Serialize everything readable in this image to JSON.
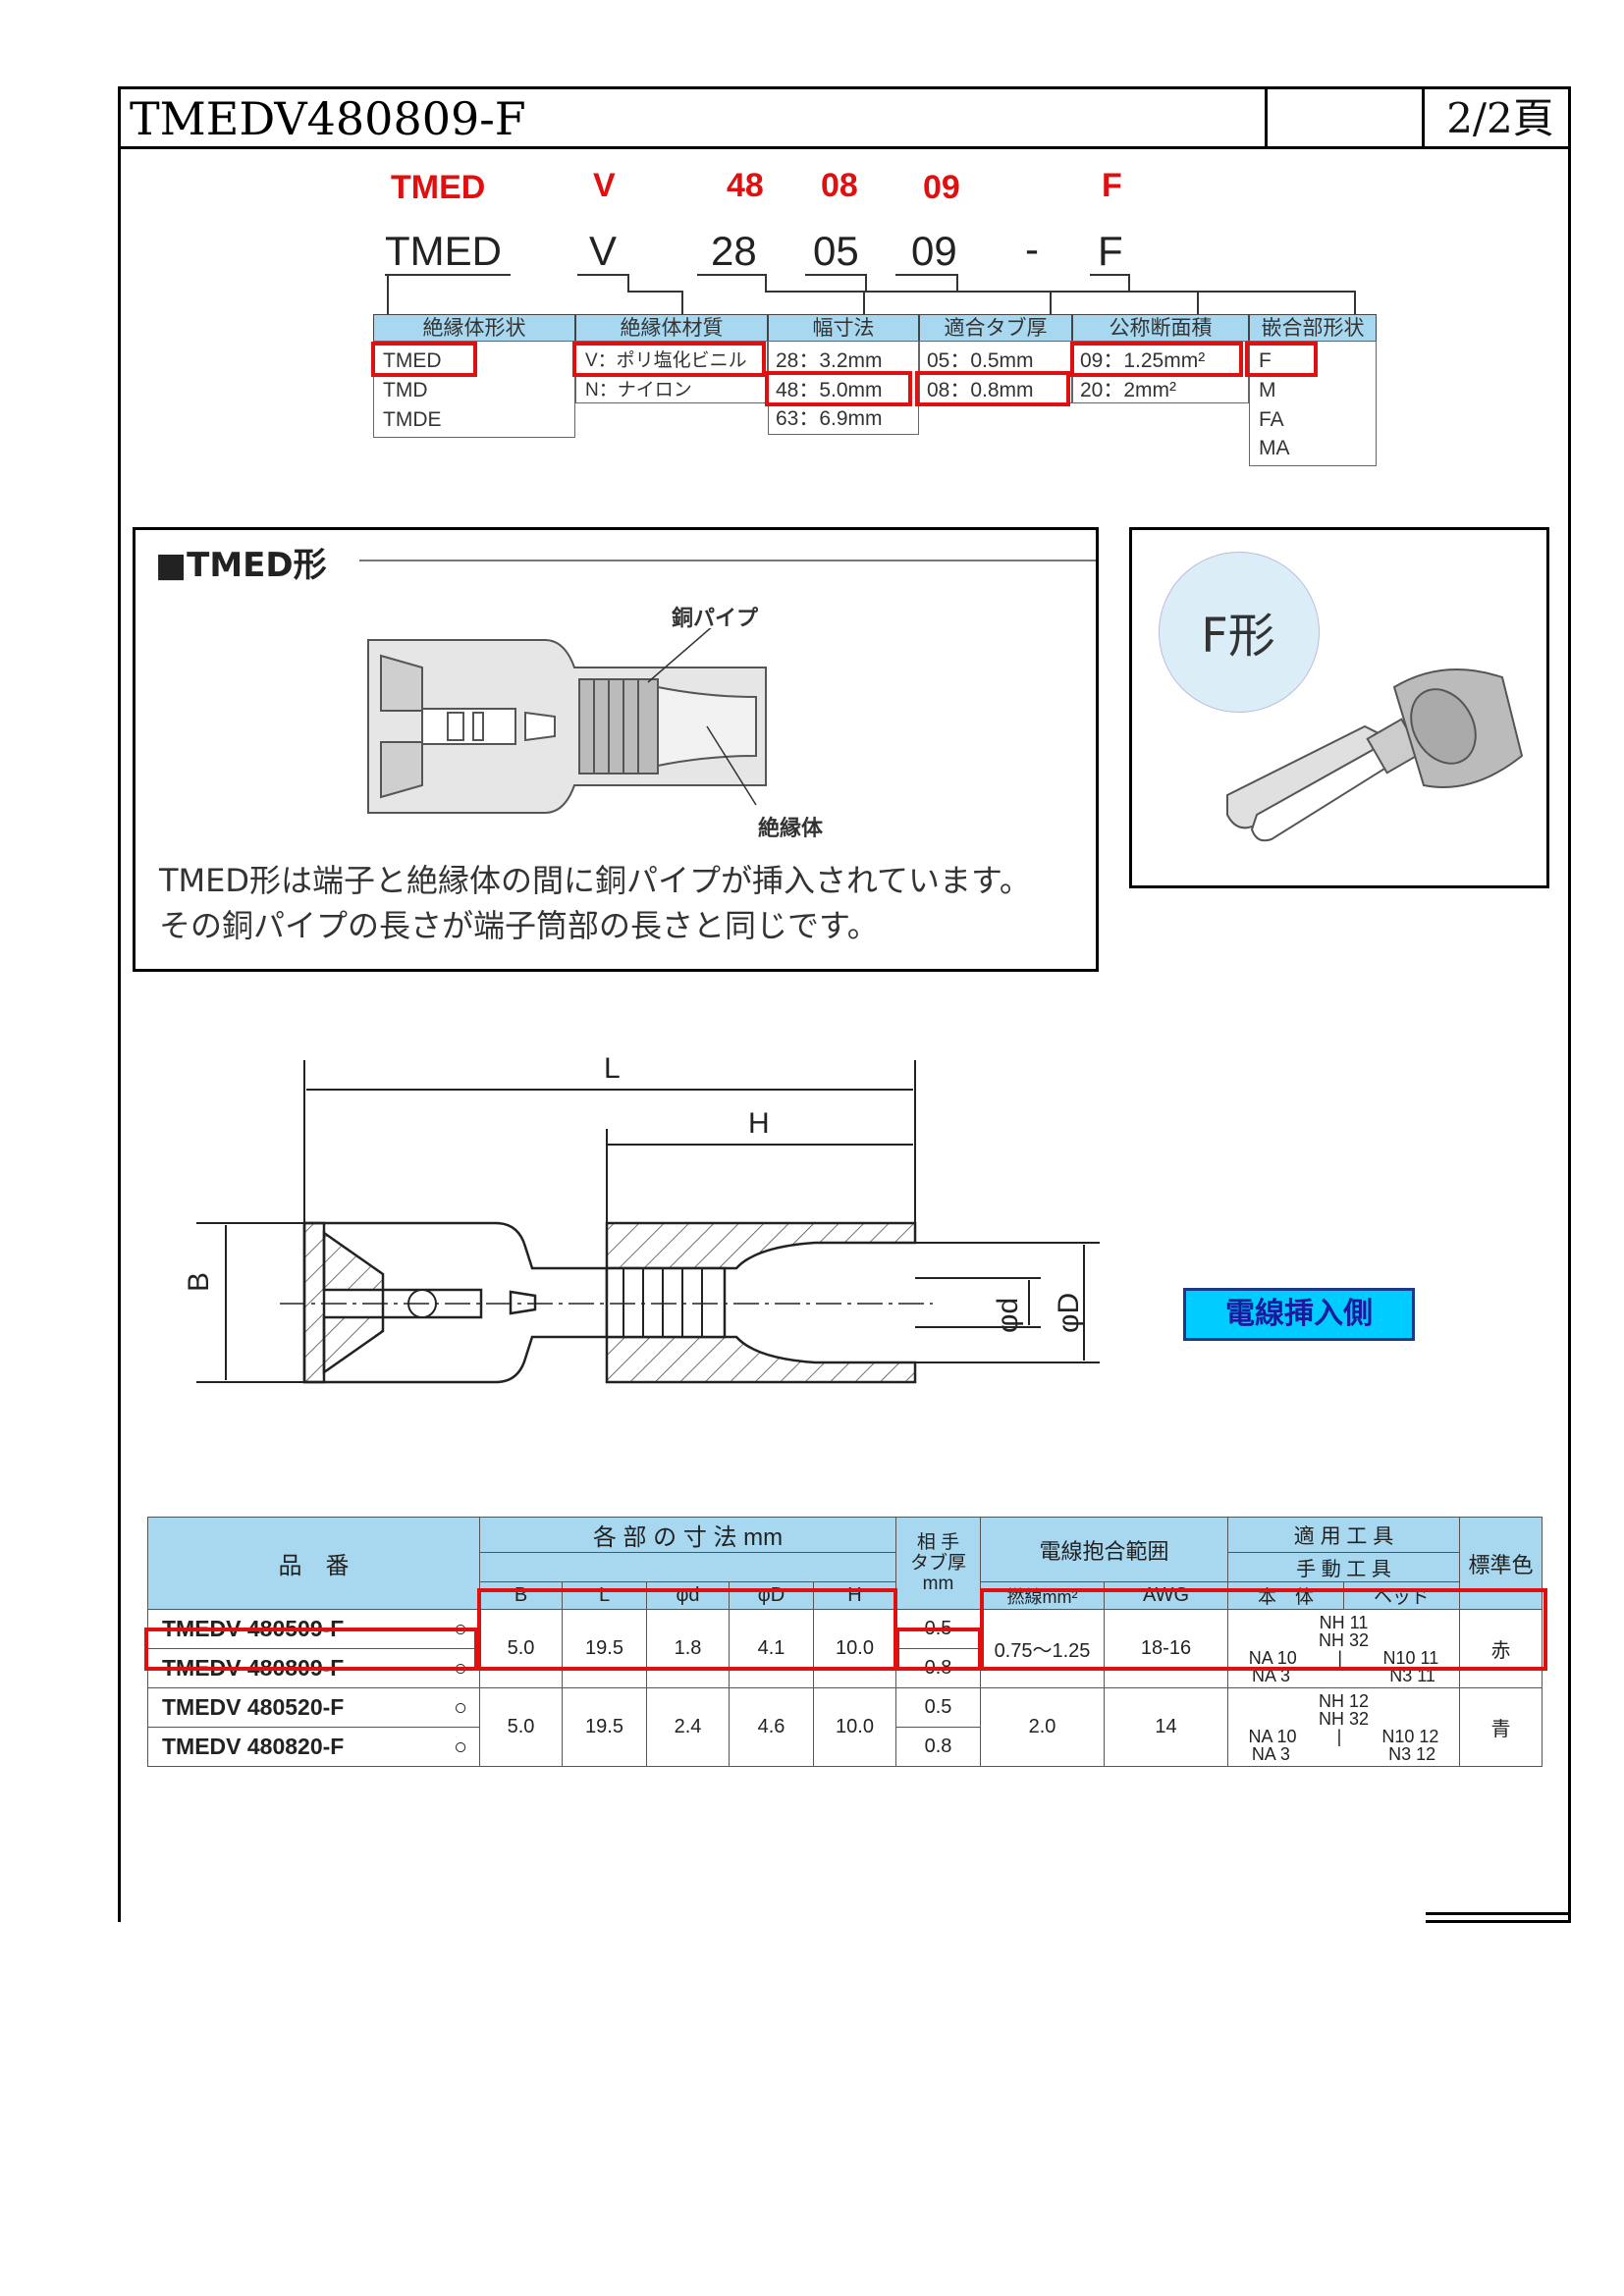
{
  "header": {
    "title": "TMEDV480809-F",
    "page": "2/2頁"
  },
  "code_target": [
    "TMED",
    "V",
    "48",
    "08",
    "09",
    "F"
  ],
  "code_example": [
    "TMED",
    "V",
    "28",
    "05",
    "09",
    "-",
    "F"
  ],
  "key_table": {
    "headers": [
      "絶縁体形状",
      "絶縁体材質",
      "幅寸法",
      "適合タブ厚",
      "公称断面積",
      "嵌合部形状"
    ],
    "col0": [
      "TMED",
      "TMD",
      "TMDE"
    ],
    "col1": [
      "V：ポリ塩化ビニル",
      "N：ナイロン"
    ],
    "col2": [
      "28：3.2mm",
      "48：5.0mm",
      "63：6.9mm"
    ],
    "col3": [
      "05：0.5mm",
      "08：0.8mm"
    ],
    "col4": [
      "09：1.25mm²",
      "20：2mm²"
    ],
    "col5": [
      "F",
      "M",
      "FA",
      "MA"
    ]
  },
  "tmed_panel": {
    "title": "■TMED形",
    "label_pipe": "銅パイプ",
    "label_insulator": "絶縁体",
    "desc1": "TMED形は端子と絶縁体の間に銅パイプが挿入されています。",
    "desc2": "その銅パイプの長さが端子筒部の長さと同じです。"
  },
  "f_panel": {
    "badge": "F形"
  },
  "drawing": {
    "L": "L",
    "H": "H",
    "B": "B",
    "d": "φd",
    "D": "φD",
    "side_label": "電線挿入側"
  },
  "spec": {
    "h_part": "品　番",
    "h_dims": "各 部 の 寸 法 mm",
    "h_tab1": "相 手",
    "h_tab2": "タブ厚",
    "h_tab3": "mm",
    "h_wire": "電線抱合範囲",
    "h_tool1": "適 用 工 具",
    "h_tool2": "手 動 工 具",
    "h_color": "標準色",
    "h_B": "B",
    "h_L": "L",
    "h_d": "φd",
    "h_D": "φD",
    "h_H": "H",
    "h_sq": "撚線mm²",
    "h_awg": "AWG",
    "h_body": "本　体",
    "h_head": "ヘッド",
    "rows": [
      {
        "part": "TMEDV 480509-F",
        "tab": "0.5"
      },
      {
        "part": "TMEDV 480809-F",
        "tab": "0.8"
      },
      {
        "part": "TMEDV 480520-F",
        "tab": "0.5"
      },
      {
        "part": "TMEDV 480820-F",
        "tab": "0.8"
      }
    ],
    "groups": [
      {
        "B": "5.0",
        "L": "19.5",
        "d": "1.8",
        "D": "4.1",
        "H": "10.0",
        "sq": "0.75〜1.25",
        "awg": "18-16",
        "t1": "NH 11",
        "t2": "NH 32",
        "t3": "NA 10",
        "t4": "N10 11",
        "t5": "NA 3",
        "t6": "N3 11",
        "color": "赤"
      },
      {
        "B": "5.0",
        "L": "19.5",
        "d": "2.4",
        "D": "4.6",
        "H": "10.0",
        "sq": "2.0",
        "awg": "14",
        "t1": "NH 12",
        "t2": "NH 32",
        "t3": "NA 10",
        "t4": "N10 12",
        "t5": "NA 3",
        "t6": "N3 12",
        "color": "青"
      }
    ],
    "circle": "○"
  }
}
